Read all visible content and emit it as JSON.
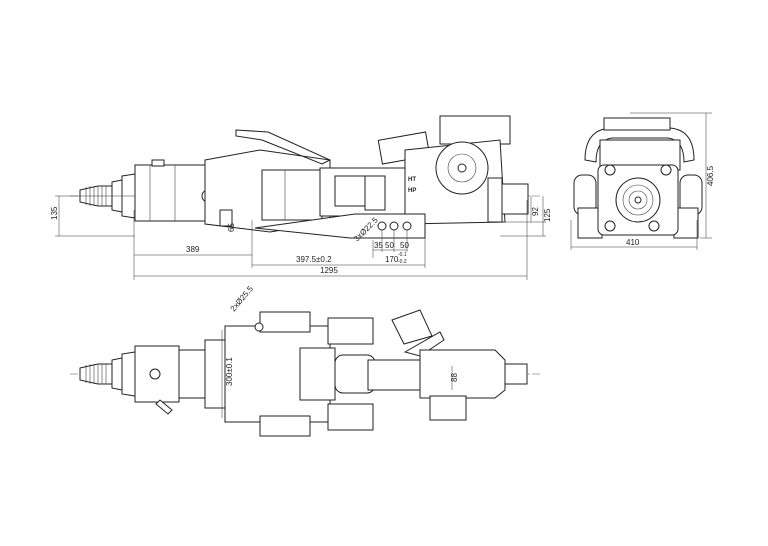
{
  "drawing": {
    "side_view": {
      "labels": {
        "ht": "HT",
        "hp": "HP"
      },
      "dimensions": {
        "height_left": "135",
        "d65": "65",
        "holes": "3xØ22.5",
        "d35": "35",
        "d50a": "50",
        "d50b": "50",
        "d389": "389",
        "d397": "397.5±0.2",
        "d170": "170",
        "d170_tol_upper": "-0.1",
        "d170_tol_lower": "-0.2",
        "d1295": "1295",
        "d92": "92",
        "d125": "125"
      }
    },
    "front_view": {
      "dimensions": {
        "height": "406.5",
        "width": "410"
      }
    },
    "top_view": {
      "dimensions": {
        "holes": "2xØ25.5",
        "d300": "300±0.1",
        "d88": "88"
      }
    }
  }
}
